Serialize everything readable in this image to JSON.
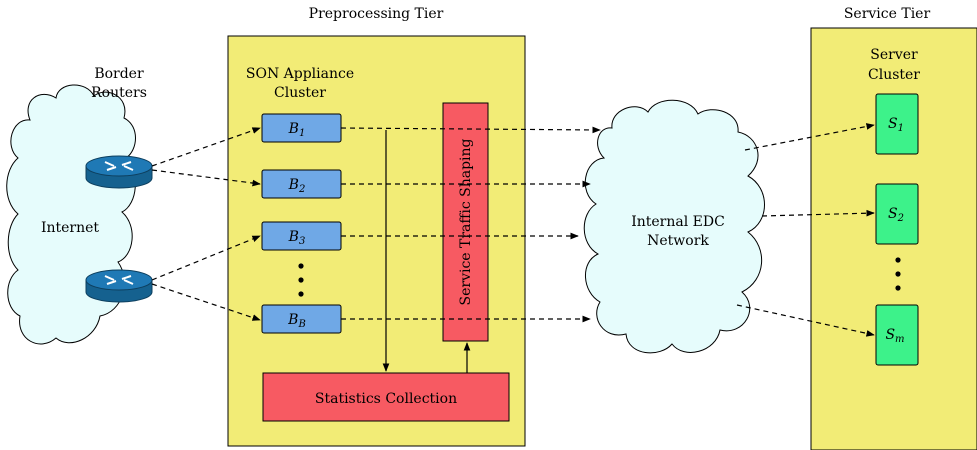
{
  "tiers": {
    "preprocessing": "Preprocessing Tier",
    "service": "Service Tier"
  },
  "labels": {
    "border_routers_1": "Border",
    "border_routers_2": "Routers",
    "internet": "Internet",
    "son_cluster_1": "SON Appliance",
    "son_cluster_2": "Cluster",
    "traffic_shaping": "Service Traffic Shaping",
    "statistics": "Statistics Collection",
    "network_1": "Internal EDC",
    "network_2": "Network",
    "server_cluster_1": "Server",
    "server_cluster_2": "Cluster"
  },
  "appliances": [
    {
      "base": "B",
      "sub": "1"
    },
    {
      "base": "B",
      "sub": "2"
    },
    {
      "base": "B",
      "sub": "3"
    },
    {
      "base": "B",
      "sub": "B"
    }
  ],
  "servers": [
    {
      "base": "S",
      "sub": "1"
    },
    {
      "base": "S",
      "sub": "2"
    },
    {
      "base": "S",
      "sub": "m"
    }
  ],
  "colors": {
    "tier_fill": "#f2ec76",
    "appliance_fill": "#6fa8e6",
    "red_block": "#f75a62",
    "server_fill": "#3df28a",
    "cloud_fill": "#e6fcfc",
    "router_fill": "#1f79b5"
  }
}
